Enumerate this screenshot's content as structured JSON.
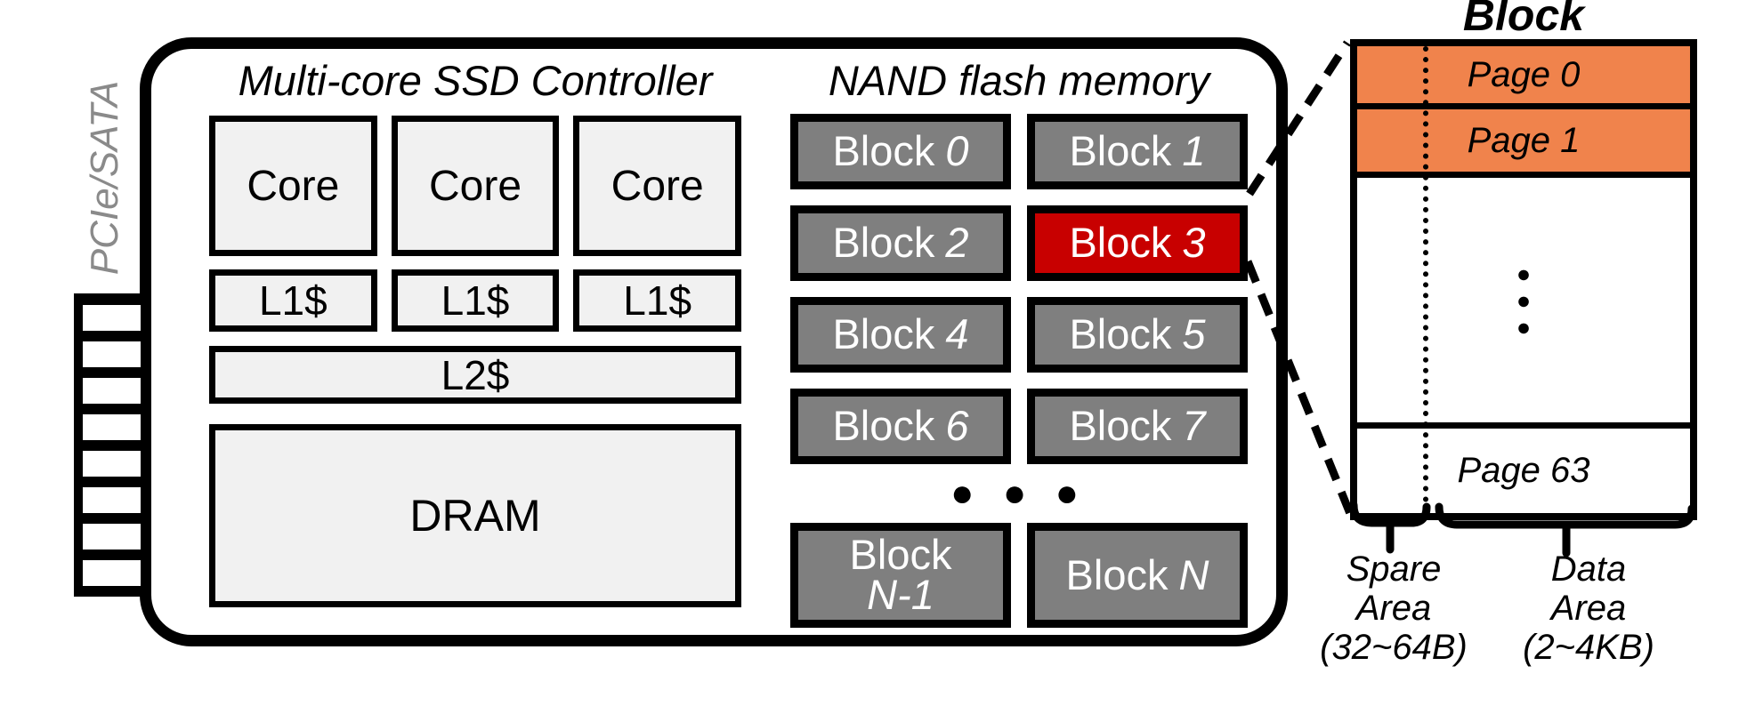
{
  "palette": {
    "accent_red": "#c80000",
    "accent_orange": "#f0834c",
    "block_gray": "#7f7f7f",
    "chip_fill": "#f1f1f1",
    "interface_gray": "#8a8a8a"
  },
  "interface": {
    "label": "PCIe/SATA"
  },
  "controller": {
    "title": "Multi-core SSD Controller",
    "cores": [
      {
        "label": "Core"
      },
      {
        "label": "Core"
      },
      {
        "label": "Core"
      }
    ],
    "l1_caches": [
      {
        "label": "L1$"
      },
      {
        "label": "L1$"
      },
      {
        "label": "L1$"
      }
    ],
    "l2_label": "L2$",
    "dram_label": "DRAM"
  },
  "nand": {
    "title": "NAND flash memory",
    "blocks": [
      {
        "word": "Block",
        "num": "0"
      },
      {
        "word": "Block",
        "num": "1"
      },
      {
        "word": "Block",
        "num": "2"
      },
      {
        "word": "Block",
        "num": "3"
      },
      {
        "word": "Block",
        "num": "4"
      },
      {
        "word": "Block",
        "num": "5"
      },
      {
        "word": "Block",
        "num": "6"
      },
      {
        "word": "Block",
        "num": "7"
      },
      {
        "word": "Block",
        "num": "N-1"
      },
      {
        "word": "Block",
        "num": "N"
      }
    ],
    "ellipsis": "● ● ●"
  },
  "detail": {
    "title": "Block",
    "pages": [
      {
        "label": "Page 0"
      },
      {
        "label": "Page 1"
      }
    ],
    "ellipsis": "●\n●\n●",
    "page63_label": "Page 63",
    "spare_area": {
      "lines": [
        "Spare",
        "Area",
        "(32~64B)"
      ]
    },
    "data_area": {
      "lines": [
        "Data",
        "Area",
        "(2~4KB)"
      ]
    }
  }
}
